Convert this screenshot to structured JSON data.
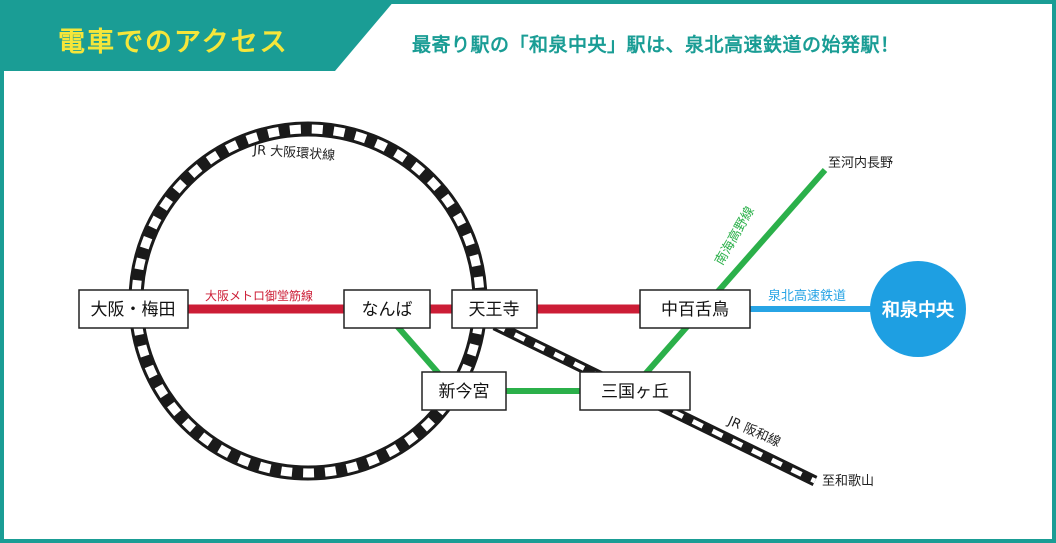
{
  "header": {
    "title": "電車でのアクセス",
    "headline": "最寄り駅の「和泉中央」駅は、泉北高速鉄道の始発駅！"
  },
  "colors": {
    "accent": "#1a9d95",
    "title_text": "#f5e63a",
    "midosuji": "#cc1d36",
    "nankai": "#2bb04a",
    "senboku": "#27a4e5",
    "jr": "#1a1a1a"
  },
  "lines": {
    "jr_loop": "JR 大阪環状線",
    "midosuji": "大阪メトロ御堂筋線",
    "nankai_koya": "南海高野線",
    "senboku": "泉北高速鉄道",
    "jr_hanwa": "JR 阪和線"
  },
  "stations": {
    "osaka_umeda": "大阪・梅田",
    "namba": "なんば",
    "tennoji": "天王寺",
    "nakamozu": "中百舌鳥",
    "izumi_chuo": "和泉中央",
    "shin_imamiya": "新今宮",
    "mikunigaoka": "三国ヶ丘"
  },
  "destinations": {
    "kawachinagano": "至河内長野",
    "wakayama": "至和歌山"
  }
}
